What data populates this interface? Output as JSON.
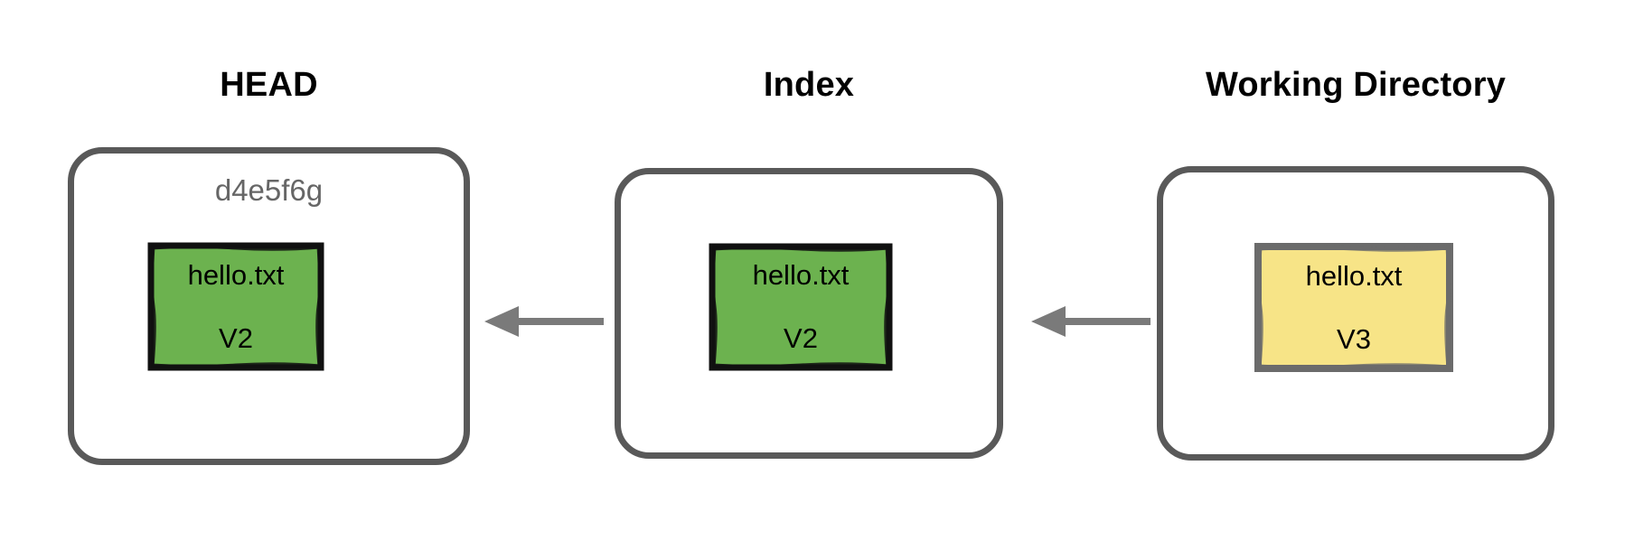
{
  "diagram": {
    "title_hidden": "Git three-tree state: HEAD, Index, Working Directory",
    "background_color": "#ffffff",
    "panel_border_color": "#595959",
    "arrow_color": "#7a7a7a",
    "hash_text_color": "#666666",
    "green_fill": "#6CB24F",
    "green_border": "#111111",
    "yellow_fill": "#F7E487",
    "yellow_border": "#6B6B6B"
  },
  "columns": [
    {
      "id": "head",
      "title": "HEAD",
      "hash": "d4e5f6g",
      "card": {
        "filename": "hello.txt",
        "version": "V2",
        "color_name": "green"
      }
    },
    {
      "id": "index",
      "title": "Index",
      "hash": "",
      "card": {
        "filename": "hello.txt",
        "version": "V2",
        "color_name": "green"
      }
    },
    {
      "id": "working-directory",
      "title": "Working Directory",
      "hash": "",
      "card": {
        "filename": "hello.txt",
        "version": "V3",
        "color_name": "yellow"
      }
    }
  ],
  "arrows": [
    {
      "id": "index-to-head",
      "direction": "left"
    },
    {
      "id": "workdir-to-index",
      "direction": "left"
    }
  ]
}
